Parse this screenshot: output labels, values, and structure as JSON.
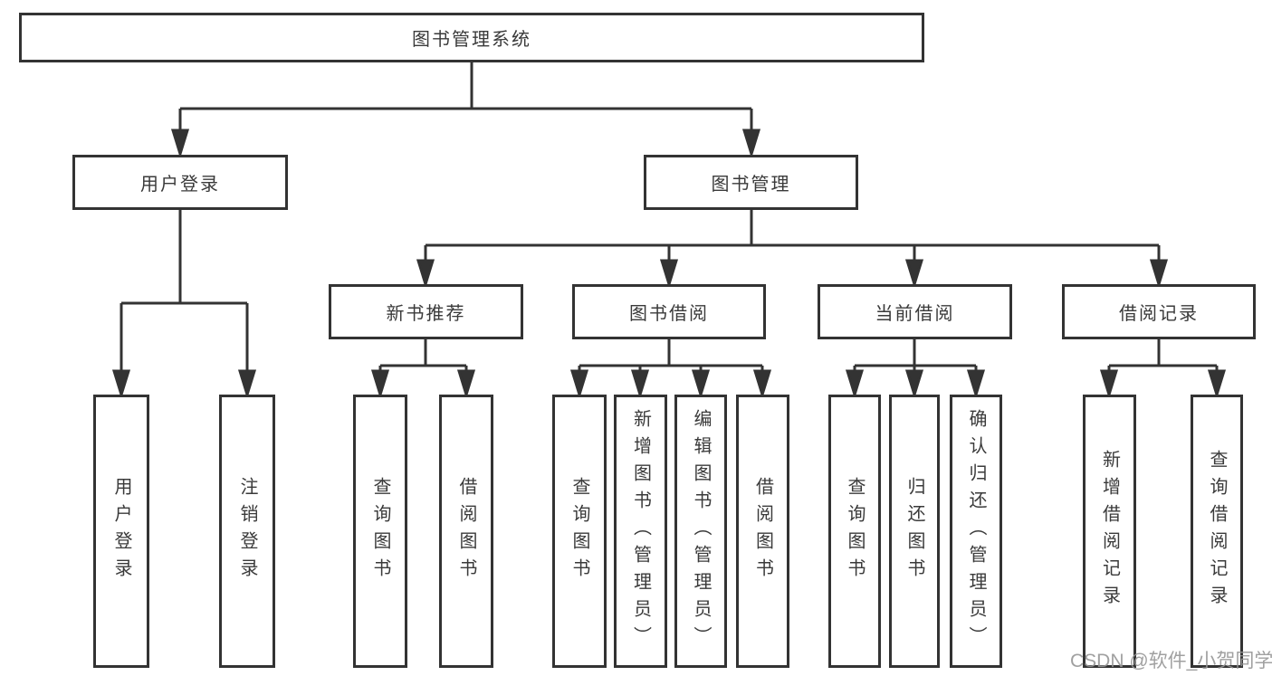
{
  "tree": {
    "root": {
      "label": "图书管理系统"
    },
    "children": [
      {
        "label": "用户登录",
        "children": [
          {
            "label": "用户登录"
          },
          {
            "label": "注销登录"
          }
        ]
      },
      {
        "label": "图书管理",
        "children": [
          {
            "label": "新书推荐",
            "children": [
              {
                "label": "查询图书"
              },
              {
                "label": "借阅图书"
              }
            ]
          },
          {
            "label": "图书借阅",
            "children": [
              {
                "label": "查询图书"
              },
              {
                "label": "新增图书（管理员）"
              },
              {
                "label": "编辑图书（管理员）"
              },
              {
                "label": "借阅图书"
              }
            ]
          },
          {
            "label": "当前借阅",
            "children": [
              {
                "label": "查询图书"
              },
              {
                "label": "归还图书"
              },
              {
                "label": "确认归还（管理员）"
              }
            ]
          },
          {
            "label": "借阅记录",
            "children": [
              {
                "label": "新增借阅记录"
              },
              {
                "label": "查询借阅记录"
              }
            ]
          }
        ]
      }
    ]
  },
  "watermark": {
    "text": "CSDN @软件_小贺同学",
    "color": "#969696"
  },
  "colors": {
    "line": "#333333",
    "text": "#3a3a3a",
    "background": "#ffffff"
  }
}
